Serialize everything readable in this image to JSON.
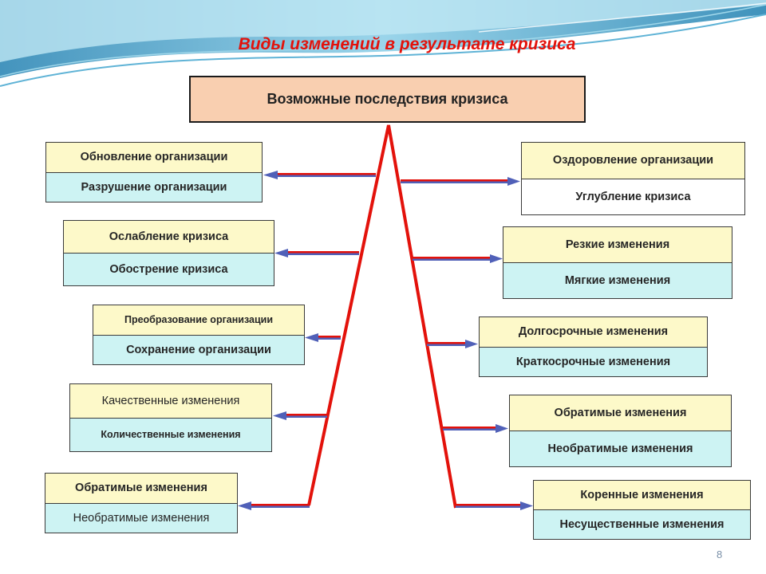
{
  "slide": {
    "title": "Виды изменений в результате кризиса",
    "page_number": "8",
    "colors": {
      "title": "#e3120b",
      "trunk": "#e3120b",
      "head": "#f9cfb0",
      "top_cell": "#fdf9c9",
      "bottom_cell": "#cdf3f3"
    }
  },
  "diagram": {
    "head": "Возможные последствия кризиса",
    "left": [
      {
        "top": "Обновление организации",
        "bottom": "Разрушение организации"
      },
      {
        "top": "Ослабление кризиса",
        "bottom": "Обострение кризиса"
      },
      {
        "top": "Преобразование организации",
        "bottom": "Сохранение организации"
      },
      {
        "top": "Качественные изменения",
        "bottom": "Количественные изменения"
      },
      {
        "top": "Обратимые изменения",
        "bottom": "Необратимые изменения"
      }
    ],
    "right": [
      {
        "top": "Оздоровление организации",
        "bottom": "Углубление кризиса"
      },
      {
        "top": "Резкие изменения",
        "bottom": "Мягкие изменения"
      },
      {
        "top": "Долгосрочные изменения",
        "bottom": "Краткосрочные изменения"
      },
      {
        "top": "Обратимые изменения",
        "bottom": "Необратимые изменения"
      },
      {
        "top": "Коренные изменения",
        "bottom": "Несущественные изменения"
      }
    ]
  }
}
